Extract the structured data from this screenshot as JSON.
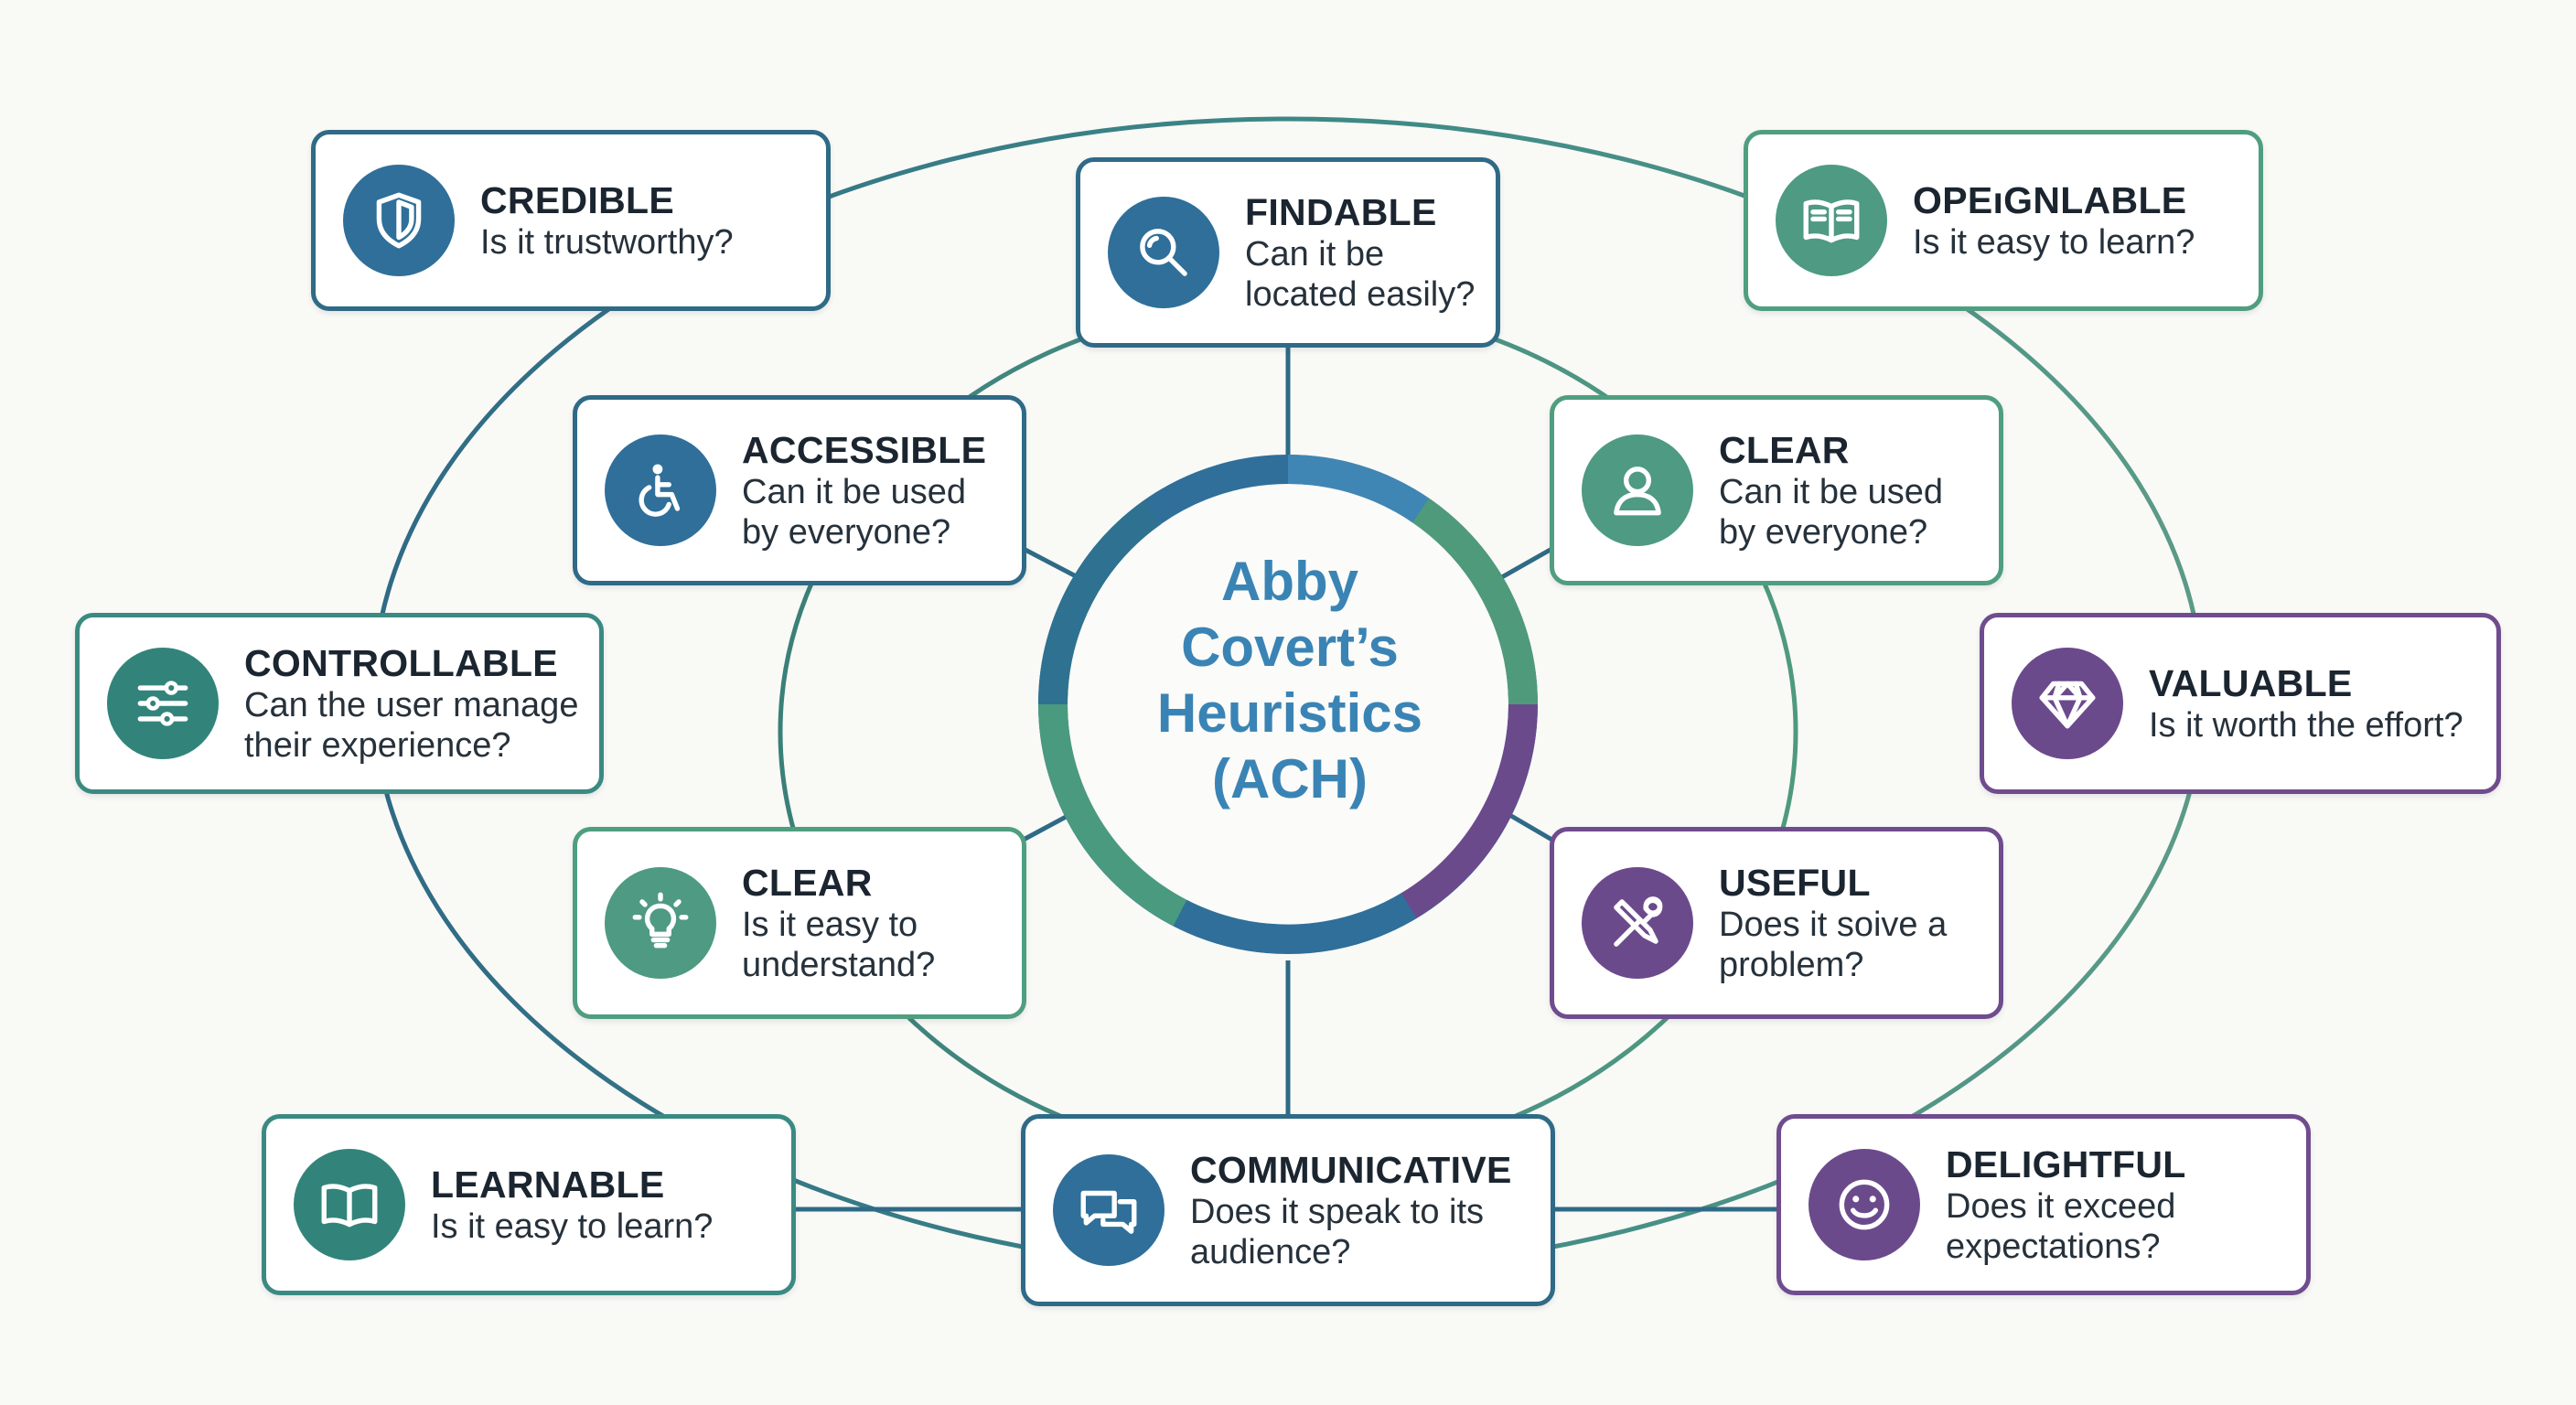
{
  "center": {
    "title": "Abby\nCovert’s\nHeuristics\n(ACH)"
  },
  "colors": {
    "blue": "#2f6a86",
    "teal": "#3a8a82",
    "green": "#4f9e80",
    "purple": "#6f4c8e",
    "center_text": "#3a84b5",
    "icon_blue": "#2f6f9a",
    "icon_teal": "#32847b",
    "icon_purple": "#6b4a8c"
  },
  "nodes": [
    {
      "key": "credible",
      "title": "CREDIBLE",
      "question": "Is it trustworthy?",
      "icon": "shield-icon"
    },
    {
      "key": "findable",
      "title": "FINDABLE",
      "question": "Can it be\nlocated easily?",
      "icon": "search-icon"
    },
    {
      "key": "opeignlable",
      "title": "OPEıGNLABLE",
      "question": "Is it easy to learn?",
      "icon": "open-book-icon"
    },
    {
      "key": "accessible",
      "title": "ACCESSIBLE",
      "question": "Can it be used\nby everyone?",
      "icon": "wheelchair-icon"
    },
    {
      "key": "clear-user",
      "title": "CLEAR",
      "question": "Can it be used\nby everyone?",
      "icon": "user-icon"
    },
    {
      "key": "controllable",
      "title": "CONTROLLABLE",
      "question": "Can the user manage\ntheir experience?",
      "icon": "sliders-icon"
    },
    {
      "key": "valuable",
      "title": "VALUABLE",
      "question": "Is it worth the effort?",
      "icon": "diamond-icon"
    },
    {
      "key": "clear-bulb",
      "title": "CLEAR",
      "question": "Is it easy to\nunderstand?",
      "icon": "lightbulb-icon"
    },
    {
      "key": "useful",
      "title": "USEFUL",
      "question": "Does it soive a\nproblem?",
      "icon": "tools-icon"
    },
    {
      "key": "learnable",
      "title": "LEARNABLE",
      "question": "Is it easy to learn?",
      "icon": "book-icon"
    },
    {
      "key": "communicative",
      "title": "COMMUNICATIVE",
      "question": "Does it speak to its\naudience?",
      "icon": "chat-bubbles-icon"
    },
    {
      "key": "delightful",
      "title": "DELIGHTFUL",
      "question": "Does it exceed\nexpectations?",
      "icon": "smiley-icon"
    }
  ]
}
